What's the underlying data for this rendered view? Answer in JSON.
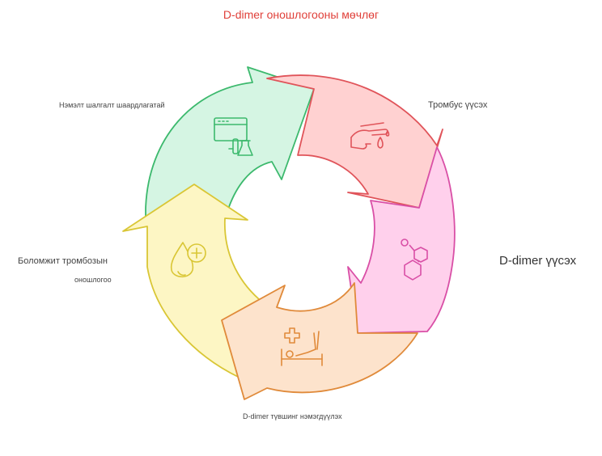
{
  "title": "D-dimer оношлогооны мөчлөг",
  "steps": [
    {
      "label": "Тромбус үүсэх",
      "icon": "hand-drop-icon",
      "fill": "#ffd1d1",
      "stroke": "#e0545a"
    },
    {
      "label": "D-dimer үүсэх",
      "icon": "molecule-icon",
      "fill": "#ffd0ec",
      "stroke": "#d94fa6"
    },
    {
      "label": "D-dimer түвшинг нэмэгдүүлэх",
      "icon": "hospital-bed-icon",
      "fill": "#fde3cc",
      "stroke": "#e08a3a"
    },
    {
      "label_line1": "Боломжит тромбозын",
      "label_line2": "оношлогоо",
      "icon": "drop-plus-icon",
      "fill": "#fdf6c4",
      "stroke": "#d9c635"
    },
    {
      "label": "Нэмэлт шалгалт шаардлагатай",
      "icon": "browser-flask-icon",
      "fill": "#d5f5e3",
      "stroke": "#3cb96d"
    }
  ],
  "colors": {
    "title": "#e0403a"
  }
}
